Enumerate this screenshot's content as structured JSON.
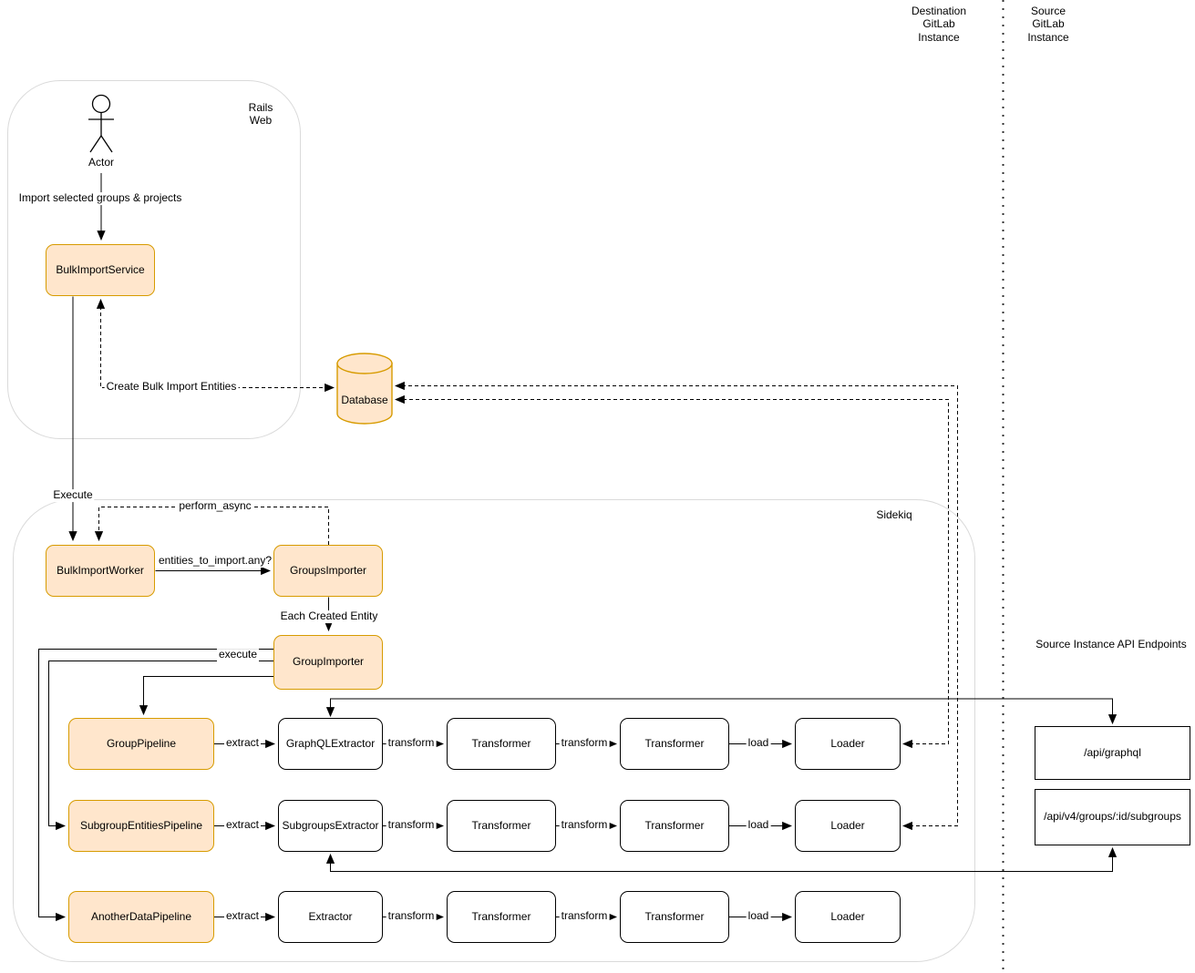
{
  "colors": {
    "highlight_fill": "#FFE6CC",
    "highlight_stroke": "#D79B00",
    "node_fill": "#FFFFFF",
    "node_stroke": "#000000",
    "container_stroke": "#DADADA"
  },
  "icons": {
    "actor": "person-stick-figure",
    "database": "cylinder"
  },
  "headers": {
    "destination_instance": "Destination\nGitLab\nInstance",
    "source_instance": "Source\nGitLab\nInstance",
    "api_endpoints_title": "Source Instance API Endpoints"
  },
  "containers": {
    "rails": {
      "label": "Rails\nWeb"
    },
    "sidekiq": {
      "label": "Sidekiq"
    }
  },
  "actor": {
    "label": "Actor"
  },
  "nodes": {
    "bulk_import_service": "BulkImportService",
    "database": "Database",
    "bulk_import_worker": "BulkImportWorker",
    "groups_importer": "GroupsImporter",
    "group_importer": "GroupImporter",
    "api_graphql": "/api/graphql",
    "api_subgroups": "/api/v4/groups/:id/subgroups"
  },
  "pipelines": [
    {
      "pipeline": "GroupPipeline",
      "extractor": "GraphQLExtractor",
      "transformer1": "Transformer",
      "transformer2": "Transformer",
      "loader": "Loader"
    },
    {
      "pipeline": "SubgroupEntitiesPipeline",
      "extractor": "SubgroupsExtractor",
      "transformer1": "Transformer",
      "transformer2": "Transformer",
      "loader": "Loader"
    },
    {
      "pipeline": "AnotherDataPipeline",
      "extractor": "Extractor",
      "transformer1": "Transformer",
      "transformer2": "Transformer",
      "loader": "Loader"
    }
  ],
  "edge_labels": {
    "import_selected": "Import selected groups & projects",
    "create_entities": "Create Bulk Import Entities",
    "execute": "Execute",
    "perform_async": "perform_async",
    "entities_check": "entities_to_import.any?",
    "each_created_entity": "Each Created Entity",
    "execute_pipeline": "execute",
    "extract": "extract",
    "transform": "transform",
    "load": "load"
  }
}
